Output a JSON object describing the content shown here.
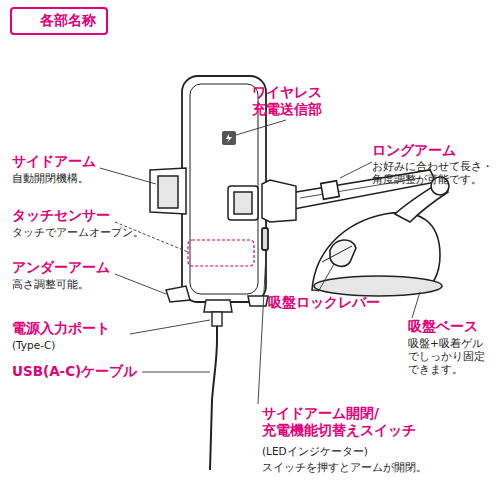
{
  "diagram": {
    "title": "各部名称",
    "labels": [
      "ワイヤレス 充電送信部",
      "ロングアーム",
      "お好みに合わせて長さ・ 角度調整が可能です。",
      "サイドアーム",
      "自動開閉機構。",
      "タッチセンサー",
      "タッチでアームオープン。",
      "アンダーアーム",
      "高さ調整可能。",
      "吸盤ロックレバー",
      "吸盤ベース",
      "吸盤+吸着ゲル でしっかり固定 できます。",
      "電源入力ポート",
      "(Type-C)",
      "USB(A-C)ケーブル",
      "サイドアーム開閉/ 充電機能切替えスイッチ",
      "(LEDインジケーター)",
      "スイッチを押すとアームが開閉。"
    ]
  }
}
